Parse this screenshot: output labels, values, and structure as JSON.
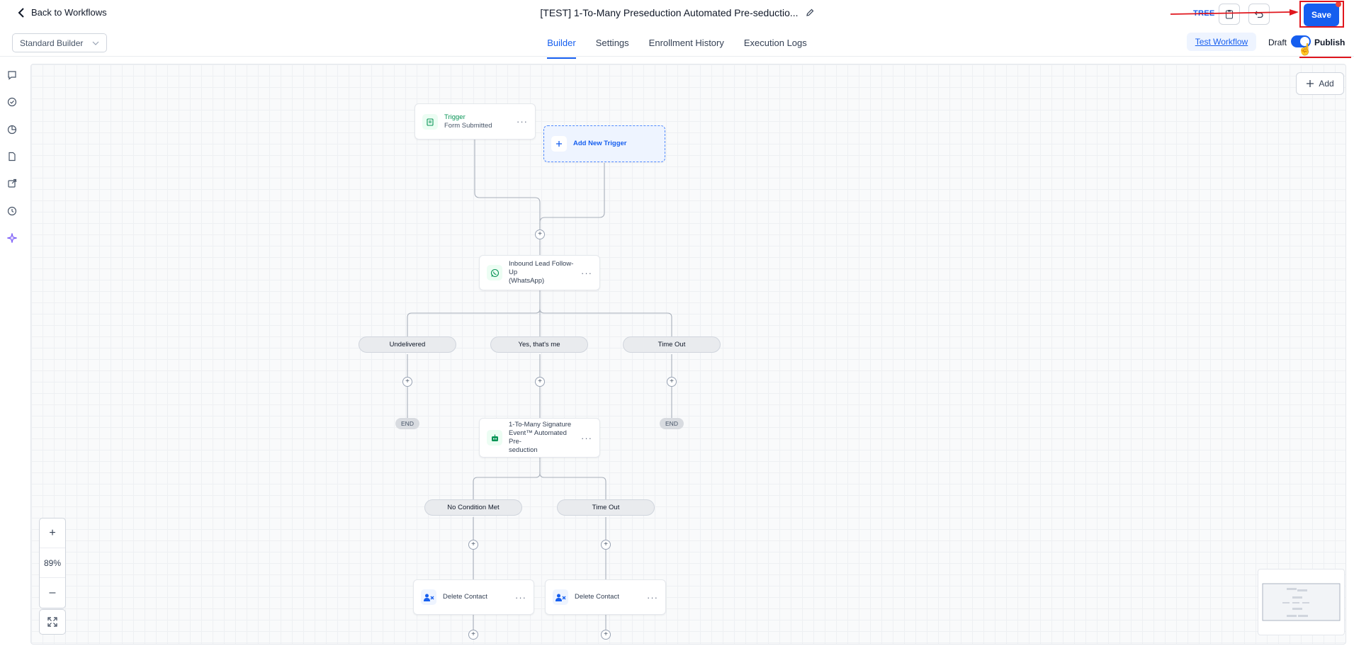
{
  "header": {
    "back_label": "Back to Workflows",
    "title": "[TEST] 1-To-Many Preseduction Automated Pre-seductio...",
    "tree_label": "TREE",
    "save_label": "Save"
  },
  "subheader": {
    "builder_select": "Standard Builder",
    "tabs": [
      {
        "label": "Builder"
      },
      {
        "label": "Settings"
      },
      {
        "label": "Enrollment History"
      },
      {
        "label": "Execution Logs"
      }
    ],
    "test_workflow_label": "Test Workflow",
    "draft_label": "Draft",
    "publish_label": "Publish",
    "publish_toggle_on": true
  },
  "canvas": {
    "add_label": "Add",
    "trigger": {
      "title": "Trigger",
      "subtitle": "Form Submitted"
    },
    "add_trigger_label": "Add New Trigger",
    "action1": {
      "line1": "Inbound Lead Follow-Up",
      "line2": "(WhatsApp)"
    },
    "branches1": [
      "Undelivered",
      "Yes, that's me",
      "Time Out"
    ],
    "end_label": "END",
    "action2": {
      "line1": "1-To-Many Signature",
      "line2": "Event™ Automated Pre-",
      "line3": "seduction"
    },
    "branches2": [
      "No Condition Met",
      "Time Out"
    ],
    "delete_label": "Delete Contact",
    "plus_symbol": "+"
  },
  "zoom": {
    "plus": "+",
    "level": "89%",
    "minus": "–"
  },
  "colors": {
    "accent": "#155eef",
    "annotation": "#e0161d",
    "trigger_green": "#079455"
  }
}
